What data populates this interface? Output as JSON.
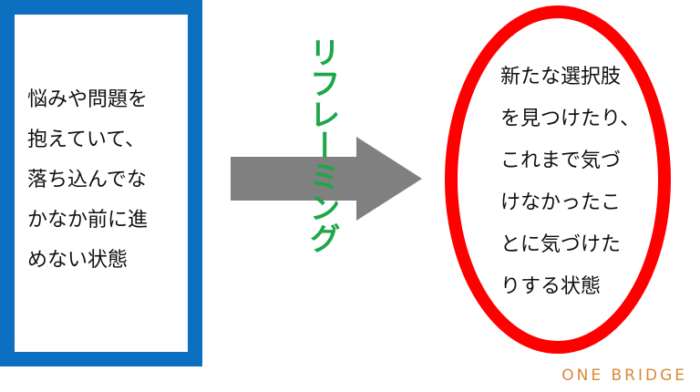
{
  "left_box": {
    "lines": [
      "悩みや問題を",
      "抱えていて、",
      "落ち込んでな",
      "かなか前に進",
      "めない状態"
    ],
    "border_color": "#0c6fc0"
  },
  "arrow": {
    "color": "#808080",
    "label": "リフレーミング",
    "label_color": "#1fa64a"
  },
  "right_ellipse": {
    "lines": [
      "新たな選択肢",
      "を見つけたり、",
      "これまで気づ",
      "けなかったこ",
      "とに気づけた",
      "りする状態"
    ],
    "border_color": "#ff0000"
  },
  "logo": "ONE BRIDGE"
}
